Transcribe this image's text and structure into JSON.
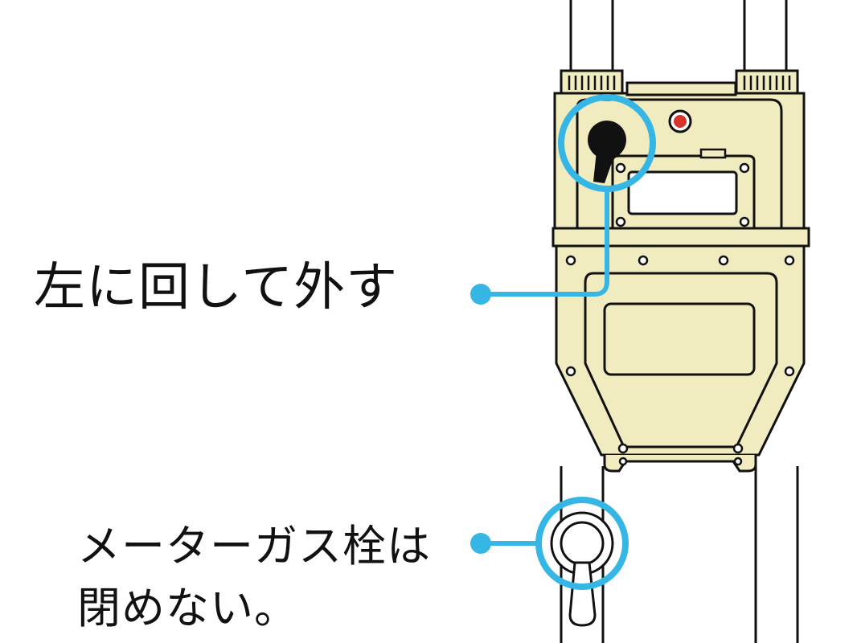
{
  "callouts": {
    "turn_left": "左に回して外す",
    "meter_valve_line1": "メーターガス栓は",
    "meter_valve_line2": "閉めない。"
  },
  "colors": {
    "meter_body": "#f1ebc0",
    "outline": "#111111",
    "callout_blue": "#35b6e4",
    "indicator_red": "#d8352a",
    "background": "#ffffff"
  },
  "icons": {
    "shutoff_knob": "keyhole-knob-icon",
    "indicator": "red-lamp-icon"
  }
}
